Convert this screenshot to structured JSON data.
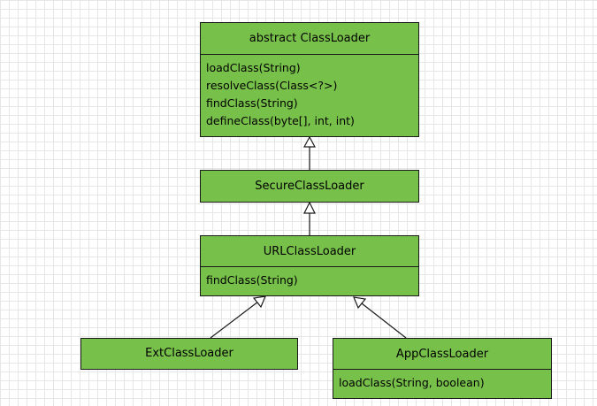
{
  "classes": {
    "classloader": {
      "name": "abstract ClassLoader",
      "methods": [
        "loadClass(String)",
        "resolveClass(Class<?>)",
        "findClass(String)",
        "defineClass(byte[], int, int)"
      ]
    },
    "secure": {
      "name": "SecureClassLoader"
    },
    "url": {
      "name": "URLClassLoader",
      "methods": [
        "findClass(String)"
      ]
    },
    "ext": {
      "name": "ExtClassLoader"
    },
    "app": {
      "name": "AppClassLoader",
      "methods": [
        "loadClass(String, boolean)"
      ]
    }
  },
  "colors": {
    "box_fill": "#77c14a",
    "border": "#1a1a1a",
    "grid": "#e6e6e6"
  }
}
